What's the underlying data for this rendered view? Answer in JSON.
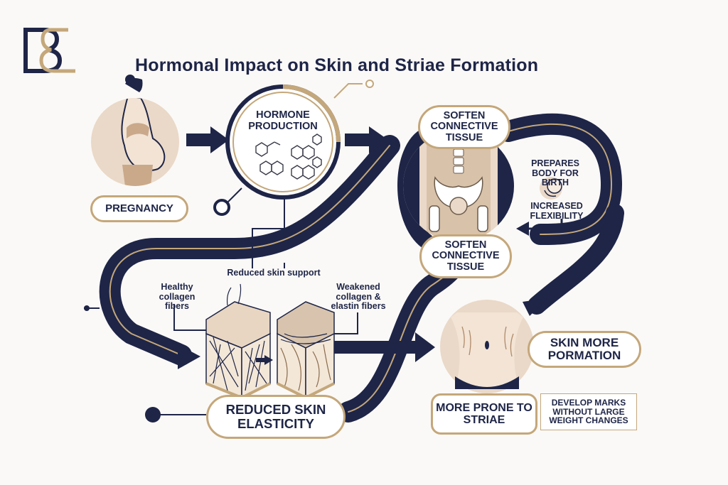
{
  "title": "Hormonal Impact on Skin and Striae Formation",
  "logo": {
    "letters": "B&B",
    "name": "logo-icon"
  },
  "colors": {
    "navy": "#1e2547",
    "gold": "#c4a77a",
    "skin": "#ead9c8",
    "bg": "#fbf9f7"
  },
  "nodes": {
    "pregnancy": "PREGNANCY",
    "hormone_production": "HORMONE PRODUCTION",
    "soften_top": "SOFTEN CONNECTIVE TISSUE",
    "soften_bottom": "SOFTEN CONNECTIVE TISSUE",
    "prepares_birth": "PREPARES BODY FOR BIRTH",
    "increased_flex": "INCREASED FLEXIBILITY",
    "reduced_support": "Reduced skin support",
    "healthy_fibers": "Healthy collagen fibers",
    "weakened_fibers": "Weakened collagen & elastin fibers",
    "reduced_elasticity": "REDUCED SKIN ELASTICITY",
    "skin_more": "SKIN MORE PORMATION",
    "more_prone": "MORE PRONE TO STRIAE",
    "develop_marks": "DEVELOP MARKS WITHOUT LARGE WEIGHT CHANGES"
  }
}
